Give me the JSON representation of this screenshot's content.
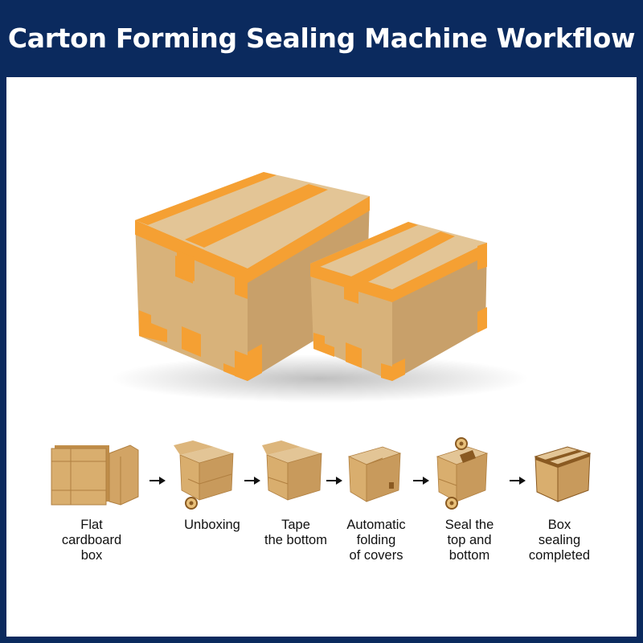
{
  "header": {
    "title": "Carton Forming Sealing Machine Workflow"
  },
  "colors": {
    "navy": "#0b2a5e",
    "cardboard": "#d9ae6e",
    "cardboard_dark": "#c08d49",
    "tape": "#f5a033"
  },
  "hero": {
    "icon": "sealed-boxes-illustration"
  },
  "steps": [
    {
      "label_lines": [
        "Flat",
        "cardboard",
        "box"
      ],
      "icon": "flat-cardboard-icon"
    },
    {
      "label_lines": [
        "Unboxing"
      ],
      "icon": "unboxing-icon"
    },
    {
      "label_lines": [
        "Tape",
        "the bottom"
      ],
      "icon": "tape-bottom-icon"
    },
    {
      "label_lines": [
        "Automatic",
        "folding",
        "of covers"
      ],
      "icon": "folding-covers-icon"
    },
    {
      "label_lines": [
        "Seal the",
        "top and",
        "bottom"
      ],
      "icon": "seal-top-bottom-icon"
    },
    {
      "label_lines": [
        "Box",
        "sealing",
        "completed"
      ],
      "icon": "sealed-box-icon"
    }
  ]
}
